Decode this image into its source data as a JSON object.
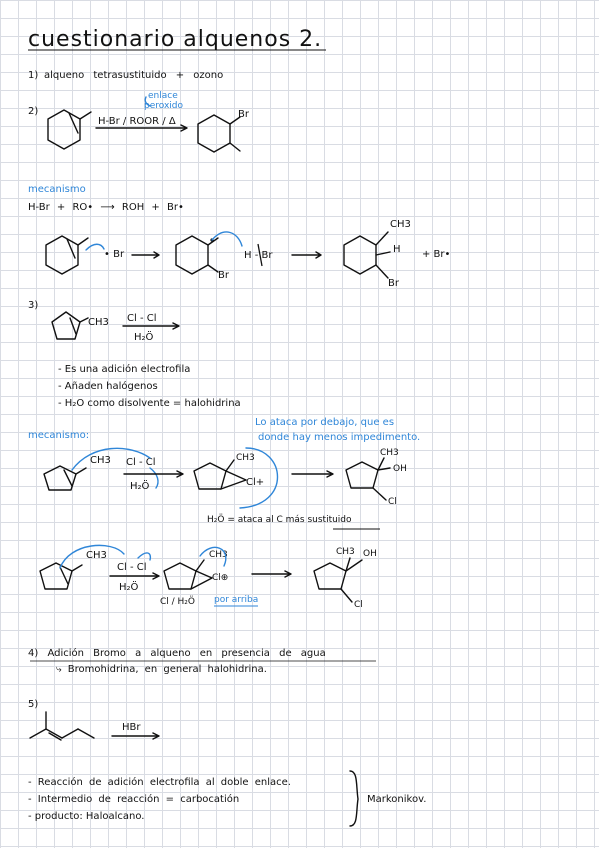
{
  "title": "cuestionario alquenos 2.",
  "q1": {
    "num": "1)",
    "text": "alqueno tetrasustituido + ozono"
  },
  "q2": {
    "num": "2)",
    "annotation_line1": "enlace",
    "annotation_line2": "peroxido",
    "reagent": "H-Br / ROOR / Δ",
    "product_label": "Br",
    "mechanism_title": "mecanismo",
    "step1": "H-Br + RO• ⟶ ROH + Br•",
    "m_br_radical": "• Br",
    "m_br_sub": "Br",
    "m_hbr": "H - Br",
    "m_ch3": "CH3",
    "m_h": "H",
    "m_br_final": "Br",
    "m_plus_br": "+ Br•"
  },
  "q3": {
    "num": "3)",
    "ch3": "CH3",
    "reagent_top": "Cl - Cl",
    "reagent_bottom": "H₂Ö",
    "bullets": [
      "Es una adición electrofila",
      "Añaden halógenos",
      "H₂O como disolvente = halohidrina"
    ],
    "note_line1": "Lo ataca por debajo, que es",
    "note_line2": "donde hay menos impedimento.",
    "mechanism_title": "mecanismo:",
    "m1_ch3": "CH3",
    "m1_reagent_top": "Cl - Cl",
    "m1_reagent_bottom": "H₂Ö",
    "m1_int_ch3": "CH3",
    "m1_int_cl": "Cl+",
    "m1_prod_ch3": "CH3",
    "m1_prod_oh": "OH",
    "m1_prod_cl": "Cl",
    "m1_note": "H₂Ö = ataca al C más sustituido",
    "m2_ch3": "CH3",
    "m2_reagent_top": "Cl - Cl",
    "m2_reagent_bottom": "H₂Ö",
    "m2_int_ch3": "CH3",
    "m2_int_cl": "Cl⊕",
    "m2_below": "Cl / H₂Ö",
    "m2_below_blue": "por arriba",
    "m2_prod_ch3": "CH3",
    "m2_prod_oh": "OH",
    "m2_prod_cl": "Cl"
  },
  "q4": {
    "num": "4)",
    "line1": "Adición Bromo a alqueno en presencia de agua",
    "line2": "⤷ Bromohidrina, en general halohidrina."
  },
  "q5": {
    "num": "5)",
    "reagent": "HBr",
    "bullets": [
      "- Reacción de adición electrofila al doble enlace.",
      "- Intermedio de reacción = carbocatión",
      "- producto: Haloalcano."
    ],
    "brace_label": "Markonikov."
  }
}
